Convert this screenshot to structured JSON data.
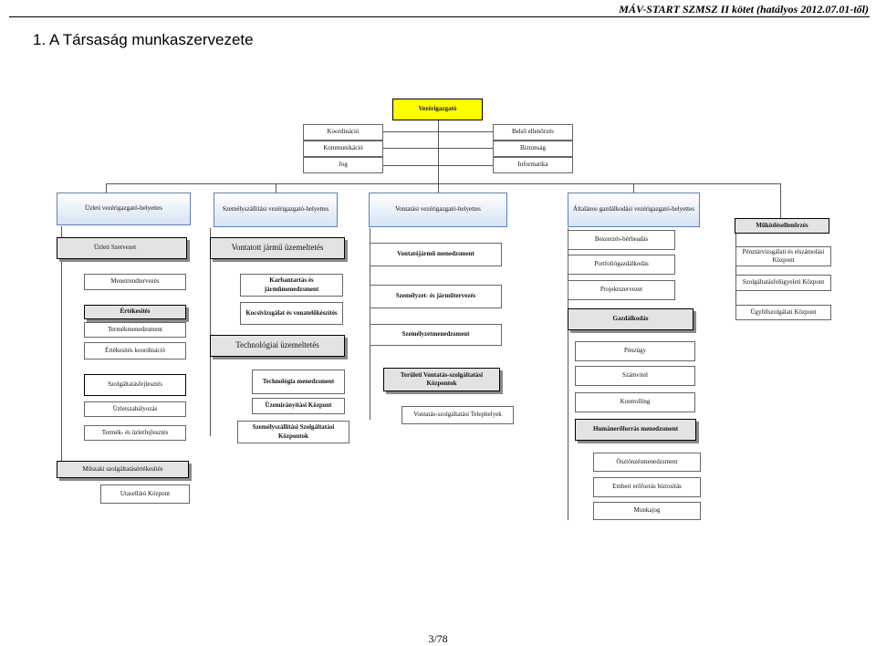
{
  "header": {
    "doc": "MÁV-START SZMSZ II kötet (hatályos 2012.07.01-től)",
    "title": "1.  A Társaság munkaszervezete",
    "page": "3/78"
  },
  "org": {
    "ceo": "Vezérigazgató",
    "staff": [
      "Koordináció",
      "Belső ellenőrzés",
      "Kommunikáció",
      "Biztonság",
      "Jog",
      "Informatika"
    ],
    "deputies": [
      "Üzleti vezérigazgató-helyettes",
      "Személyszállítási vezérigazgató-helyettes",
      "Vontatási vezérigazgató-helyettes",
      "Általános gazdálkodási vezérigazgató-helyettes"
    ],
    "mukodes": "Működésellenőrzés",
    "col1": {
      "uzleti": "Üzleti Szervezet",
      "menetrend": "Menetrendtervezés",
      "ertekesites": "Értékesítés",
      "termekmenedzsment": "Termékmenedzsment",
      "ertekesites_koord": "Értékesítés koordináció",
      "szolgfejl": "Szolgáltatásfejlesztés",
      "uzletszab": "Üzletszabályozás",
      "termekfejl": "Termék- és üzletfejlesztés",
      "muszaki": "Műszaki szolgáltatásértékesítés",
      "utasellato": "Utasellátó Központ"
    },
    "col2": {
      "vontatott": "Vontatott jármű üzemeltetés",
      "karbantartas": "Karbantartás és járműmenedzsment",
      "kocsivizsgalat": "Kocsivizsgálat és vonatelőkészítés",
      "technologiai": "Technológiai üzemeltetés",
      "technologia_men": "Technológia menedzsment",
      "uzemiranyitasi": "Üzemirányítási Központ",
      "szemszolg": "Személyszállítási Szolgáltatási Központok"
    },
    "col3": {
      "vontatojarmu": "Vontatójármű menedzsment",
      "szemelyzet": "Személyzet- és járműtervezés",
      "szemelyzetmen": "Személyzetmenedzsment",
      "teruleti": "Területi Vontatás-szolgáltatási Központok",
      "telephelyek": "Vontatás-szolgáltatási Telephelyek"
    },
    "col4": {
      "beszerzes": "Beszerzés-bérbeadás",
      "portfolio": "Portfoliógazdálkodás",
      "projekt": "Projektszervezet",
      "gazdalkodas": "Gazdálkodás",
      "penzugy": "Pénzügy",
      "szamvitel": "Számvitel",
      "kontrolling": "Kontrolling",
      "human": "Humánerőforrás menedzsment",
      "osztonzes": "Ösztönzésmenedzsment",
      "emberi": "Emberi erőforrás biztosítás",
      "munkajog": "Munkajog"
    },
    "col5": {
      "penztar": "Pénztárvizsgálati és elszámolási Központ",
      "szolgfelugy": "Szolgáltatásfelügyeleti Központ",
      "ugyfel": "Ügyfélszolgálati Központ"
    }
  }
}
